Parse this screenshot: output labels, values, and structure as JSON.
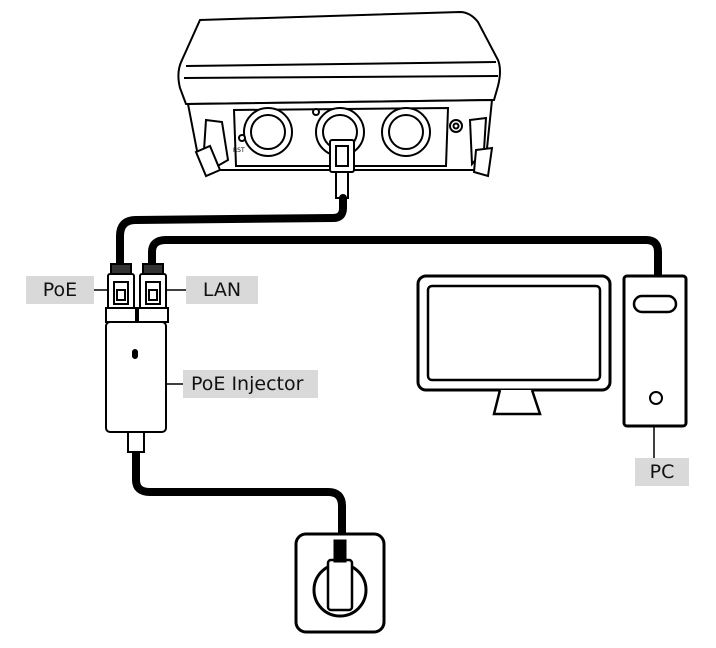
{
  "labels": {
    "poe": "PoE",
    "lan": "LAN",
    "injector": "PoE Injector",
    "pc": "PC",
    "rst": "RST"
  },
  "icons": [
    "access-point-device",
    "poe-injector",
    "computer-monitor",
    "pc-tower",
    "wall-outlet",
    "rj45-plug"
  ],
  "colors": {
    "line": "#000000",
    "label_bg": "#d9d9d9",
    "background": "#ffffff"
  }
}
